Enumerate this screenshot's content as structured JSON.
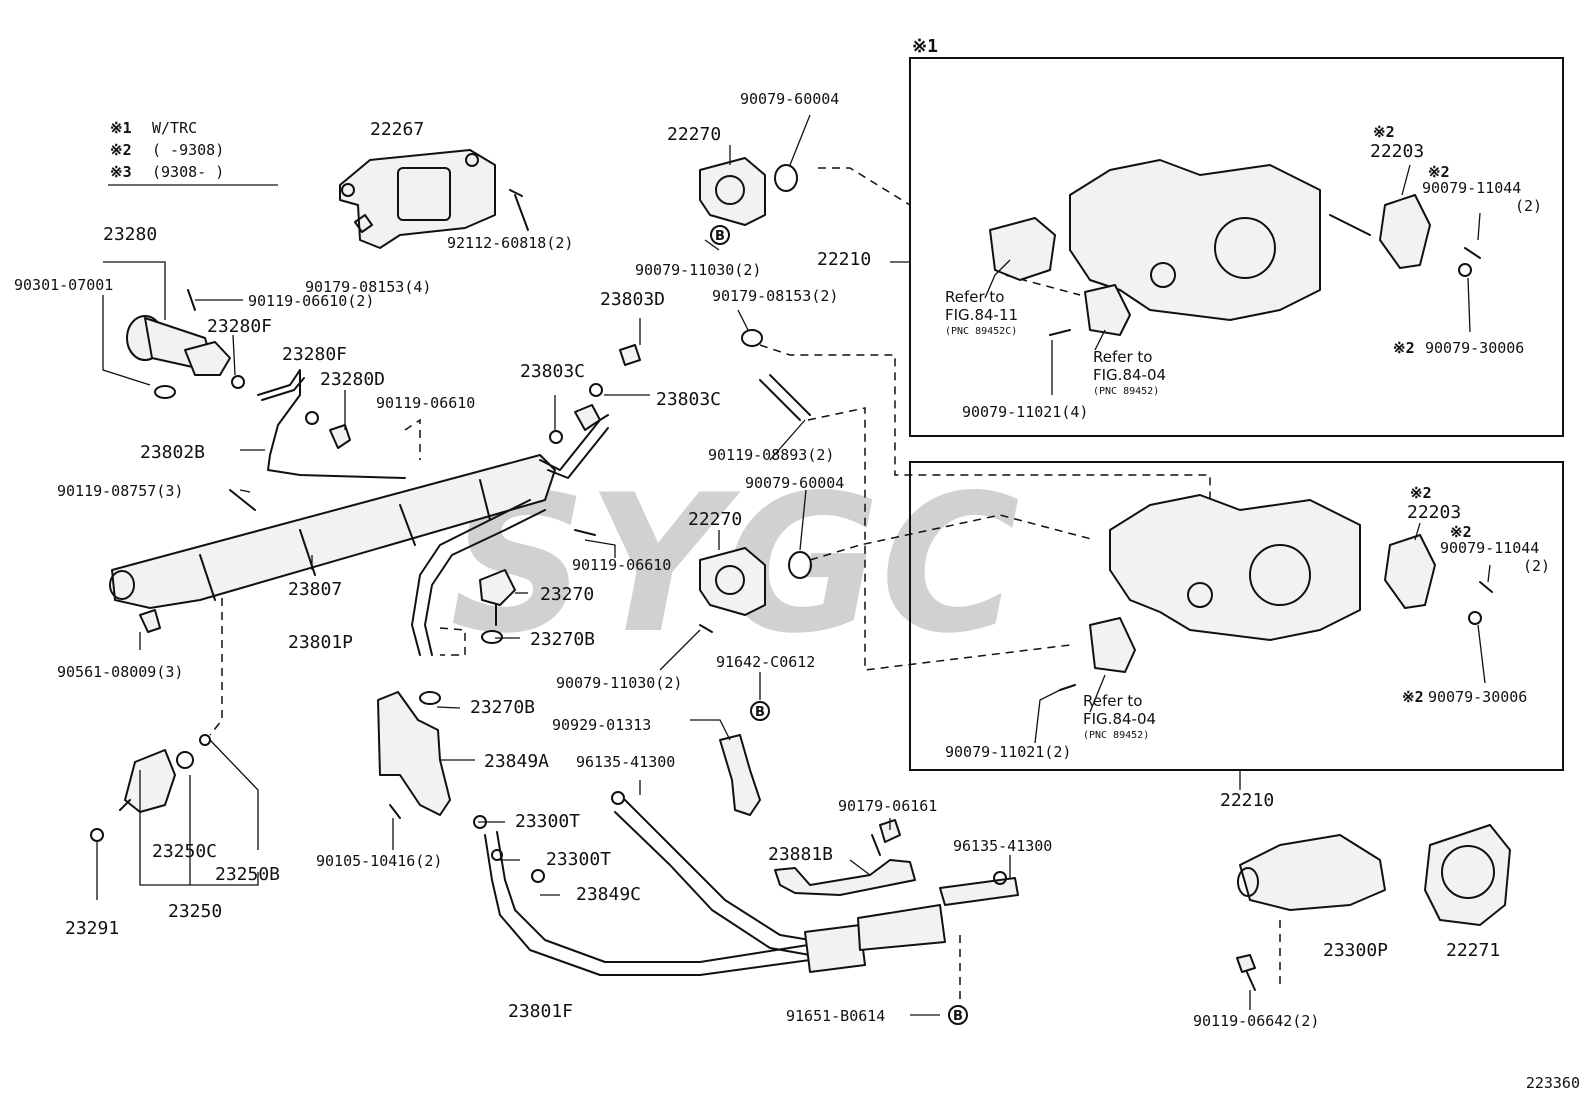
{
  "legend": {
    "row1": {
      "mark": "※1",
      "text": "W/TRC"
    },
    "row2": {
      "mark": "※2",
      "text": "(      -9308)"
    },
    "row3": {
      "mark": "※3",
      "text": "(9308-        )"
    }
  },
  "box1": {
    "mark": "※1"
  },
  "watermark": "SYGC",
  "figure_number": "223360",
  "circle_b": "B",
  "refs": {
    "r1_l1": "Refer to",
    "r1_l2": "FIG.84-11",
    "r1_l3": "(PNC 89452C)",
    "r2_l1": "Refer to",
    "r2_l2": "FIG.84-04",
    "r2_l3": "(PNC 89452)",
    "r3_l1": "Refer to",
    "r3_l2": "FIG.84-04",
    "r3_l3": "(PNC 89452)"
  },
  "parts": {
    "p22267": "22267",
    "p92112_60818": "92112-60818(2)",
    "p90179_08153_4": "90179-08153(4)",
    "p23280": "23280",
    "p90301_07001": "90301-07001",
    "p90119_06610_2": "90119-06610(2)",
    "p23280F_a": "23280F",
    "p23280F_b": "23280F",
    "p23280D": "23280D",
    "p90119_06610_a": "90119-06610",
    "p23802B": "23802B",
    "p90119_08757": "90119-08757(3)",
    "p23807": "23807",
    "p90561_08009": "90561-08009(3)",
    "p23250C": "23250C",
    "p23250B": "23250B",
    "p23250": "23250",
    "p23291": "23291",
    "p22270_a": "22270",
    "p90079_60004_a": "90079-60004",
    "p90079_11030_a": "90079-11030(2)",
    "p22210_a": "22210",
    "p23803D": "23803D",
    "p90179_08153_2": "90179-08153(2)",
    "p23803C_a": "23803C",
    "p23803C_b": "23803C",
    "p90119_08893": "90119-08893(2)",
    "p90079_60004_b": "90079-60004",
    "p22270_b": "22270",
    "p90119_06610_b": "90119-06610",
    "p23270": "23270",
    "p23801P": "23801P",
    "p23270B_a": "23270B",
    "p90079_11030_b": "90079-11030(2)",
    "p91642_C0612": "91642-C0612",
    "p23270B_b": "23270B",
    "p90929_01313": "90929-01313",
    "p23849A": "23849A",
    "p96135_41300_a": "96135-41300",
    "p23300T_a": "23300T",
    "p23300T_b": "23300T",
    "p90105_10416": "90105-10416(2)",
    "p23849C": "23849C",
    "p90179_06161": "90179-06161",
    "p23881B": "23881B",
    "p96135_41300_b": "96135-41300",
    "p23801F": "23801F",
    "p91651_B0614": "91651-B0614",
    "p22203_a": "22203",
    "p22203_a_mark": "※2",
    "p90079_11044_a": "90079-11044",
    "p90079_11044_a_mark": "※2",
    "p90079_11044_a_qty": "(2)",
    "p90079_30006_a": "90079-30006",
    "p90079_30006_a_mark": "※2",
    "p90079_11021_4": "90079-11021(4)",
    "p22203_b": "22203",
    "p22203_b_mark": "※2",
    "p90079_11044_b": "90079-11044",
    "p90079_11044_b_mark": "※2",
    "p90079_11044_b_qty": "(2)",
    "p90079_30006_b": "90079-30006",
    "p90079_30006_b_mark": "※2",
    "p90079_11021_2": "90079-11021(2)",
    "p22210_b": "22210",
    "p23300P": "23300P",
    "p22271": "22271",
    "p90119_06642": "90119-06642(2)"
  }
}
